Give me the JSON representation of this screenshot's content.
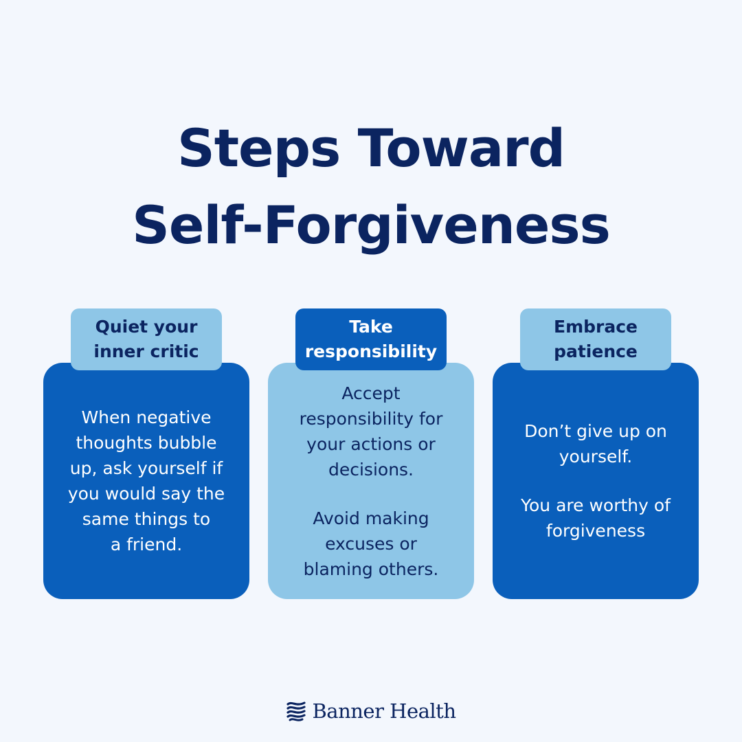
{
  "title": {
    "line1": "Steps Toward",
    "line2": "Self-Forgiveness"
  },
  "cards": [
    {
      "heading": [
        "Quiet your",
        "inner critic"
      ],
      "paragraphs": [
        [
          "When negative",
          "thoughts bubble",
          "up, ask yourself if",
          "you would say the",
          "same things to",
          "a friend."
        ]
      ]
    },
    {
      "heading": [
        "Take",
        "responsibility"
      ],
      "paragraphs": [
        [
          "Accept",
          "responsibility for",
          "your actions or",
          "decisions."
        ],
        [
          "Avoid making",
          "excuses or",
          "blaming others."
        ]
      ]
    },
    {
      "heading": [
        "Embrace",
        "patience"
      ],
      "paragraphs": [
        [
          "Don’t give up on",
          "yourself."
        ],
        [
          "You are worthy of",
          "forgiveness"
        ]
      ]
    }
  ],
  "brand": {
    "name": "Banner Health",
    "icon": "banner-waves-icon",
    "colors": {
      "navy": "#0b2460",
      "blue": "#0a5fbb",
      "light_blue": "#8ec6e7",
      "background": "#f3f7fd"
    }
  }
}
